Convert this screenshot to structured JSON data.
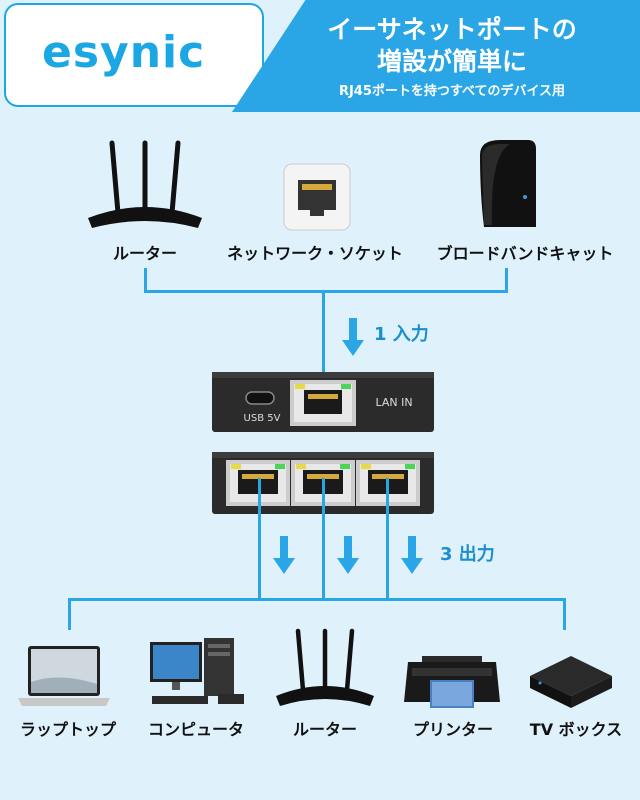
{
  "header": {
    "logo": "esynic",
    "title_line1": "イーサネットポートの",
    "title_line2": "増設が簡単に",
    "subtitle": "RJ45ポートを持つすべてのデバイス用"
  },
  "sources": [
    {
      "label": "ルーター",
      "icon": "router-icon"
    },
    {
      "label": "ネットワーク・ソケット",
      "icon": "network-socket-icon"
    },
    {
      "label": "ブロードバンドキャット",
      "icon": "broadband-cat-icon"
    }
  ],
  "input_label": "1 入力",
  "output_label": "3 出力",
  "device": {
    "usb_label": "USB 5V",
    "lan_label": "LAN IN"
  },
  "targets": [
    {
      "label": "ラップトップ",
      "icon": "laptop-icon"
    },
    {
      "label": "コンピュータ",
      "icon": "computer-icon"
    },
    {
      "label": "ルーター",
      "icon": "router-icon"
    },
    {
      "label": "プリンター",
      "icon": "printer-icon"
    },
    {
      "label": "TV ボックス",
      "icon": "tv-box-icon"
    }
  ],
  "colors": {
    "accent": "#2aa6e6",
    "background": "#dff1fb",
    "device": "#222222"
  }
}
